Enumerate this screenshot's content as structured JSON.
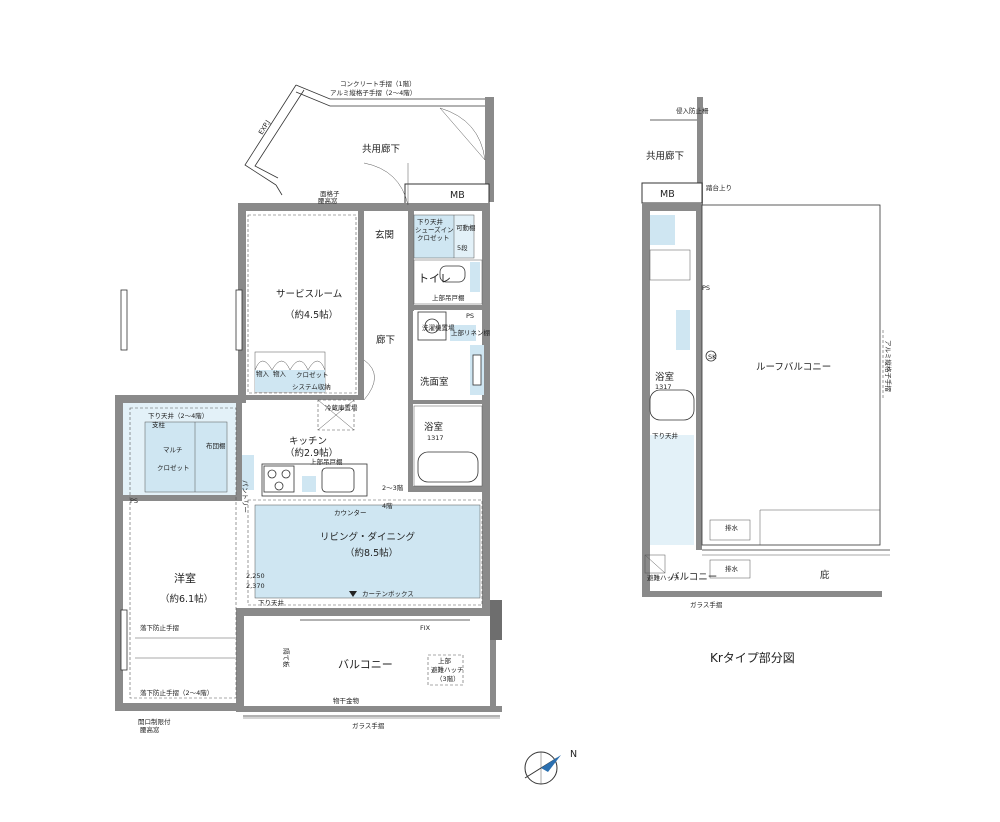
{
  "main_plan": {
    "handrail_note_1": "コンクリート手摺（1階）",
    "handrail_note_2": "アルミ縦格子手摺（2〜4階）",
    "exp_j": "EXP.J",
    "common_corridor": "共用廊下",
    "mb": "MB",
    "lattice_window": "面格子",
    "lattice_window_2": "腰高窓",
    "service_room": "サービスルーム",
    "service_room_size": "（約4.5帖）",
    "entrance": "玄関",
    "shoe_closet_1": "下り天井",
    "shoe_closet_2": "シューズイン",
    "shoe_closet_3": "クロゼット",
    "movable_shelf": "可動棚",
    "movable_shelf_2": "5段",
    "toilet": "トイレ",
    "upper_cabinet": "上部吊戸棚",
    "corridor": "廊下",
    "washing_machine": "洗濯機置場",
    "linen_shelf": "上部リネン棚",
    "ps": "PS",
    "washroom": "洗面室",
    "bathroom": "浴室",
    "bathroom_size": "1317",
    "storage_1": "物入",
    "storage_2": "物入",
    "closet": "クロゼット",
    "system_shelf": "システム収納",
    "fridge": "冷蔵庫置場",
    "kitchen": "キッチン",
    "kitchen_size": "（約2.9帖）",
    "kitchen_cabinet": "上部吊戸棚",
    "counter": "カウンター",
    "pillar": "支柱",
    "multi_closet": "マルチ",
    "multi_closet_2": "クロゼット",
    "hanger_pipe": "布団棚",
    "pantry": "パントリー",
    "down_ceiling": "下り天井",
    "down_ceiling_2_4": "下り天井（2〜4階）",
    "living": "リビング・ダイニング",
    "living_size": "（約8.5帖）",
    "curtain_box": "カーテンボックス",
    "western_room": "洋室",
    "western_size": "（約6.1帖）",
    "fall_prevention": "落下防止手摺",
    "fall_prevention_2_4": "落下防止手摺（2〜4階）",
    "opening_limit": "開口制限付",
    "opening_limit_2": "腰高窓",
    "fix": "FIX",
    "balcony": "バルコニー",
    "escape_hatch_1": "上部",
    "escape_hatch_2": "避難ハッチ",
    "escape_hatch_3": "（3階）",
    "drying_hardware": "物干金物",
    "glass_handrail": "ガラス手摺",
    "partition": "隔て板",
    "ceiling_height_1": "2,250",
    "ceiling_height_2": "2,370",
    "floor_note_a": "2〜3階",
    "floor_note_b": "4階",
    "ps_b": "PS"
  },
  "partial_plan": {
    "title": "Krタイプ部分図",
    "common_corridor": "共用廊下",
    "mb": "MB",
    "roof_balcony": "ルーフバルコニー",
    "bathroom": "浴室",
    "bathroom_size": "1317",
    "balcony": "バルコニー",
    "eaves": "庇",
    "glass_handrail": "ガラス手摺",
    "escape_hatch": "避難ハッチ",
    "ps": "PS",
    "sk": "SK",
    "aluminum_rail": "アルミ縦格子手摺",
    "down_ceiling": "下り天井",
    "step_note": "踏台上り",
    "intrusion": "侵入防止柵",
    "drain_1": "排水",
    "drain_2": "排水"
  },
  "compass": {
    "north": "N"
  }
}
